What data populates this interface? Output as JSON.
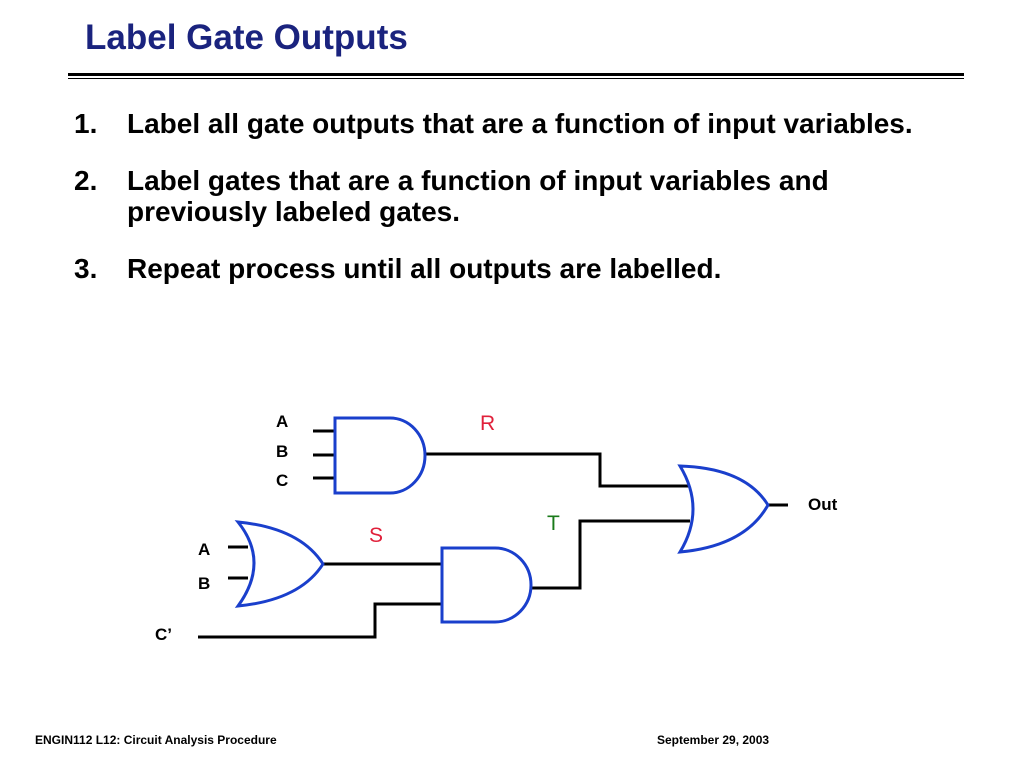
{
  "slide": {
    "title": "Label Gate Outputs",
    "steps": [
      {
        "num": "1.",
        "text": "Label all gate outputs that are a function of input variables."
      },
      {
        "num": "2.",
        "text": "Label gates that are a function of input variables and previously labeled gates."
      },
      {
        "num": "3.",
        "text": "Repeat process until all outputs are labelled."
      }
    ]
  },
  "circuit": {
    "inputs_top": [
      "A",
      "B",
      "C"
    ],
    "inputs_bottom": [
      "A",
      "B"
    ],
    "input_c_prime": "C’",
    "labels": {
      "r": "R",
      "s": "S",
      "t": "T",
      "out": "Out"
    },
    "colors": {
      "gate": "#1a3fcc",
      "wire": "#000000",
      "r": "#e0203a",
      "s": "#e0203a",
      "t": "#1a7a1a"
    }
  },
  "footer": {
    "left": "ENGIN112  L12: Circuit Analysis Procedure",
    "right": "September 29, 2003"
  }
}
